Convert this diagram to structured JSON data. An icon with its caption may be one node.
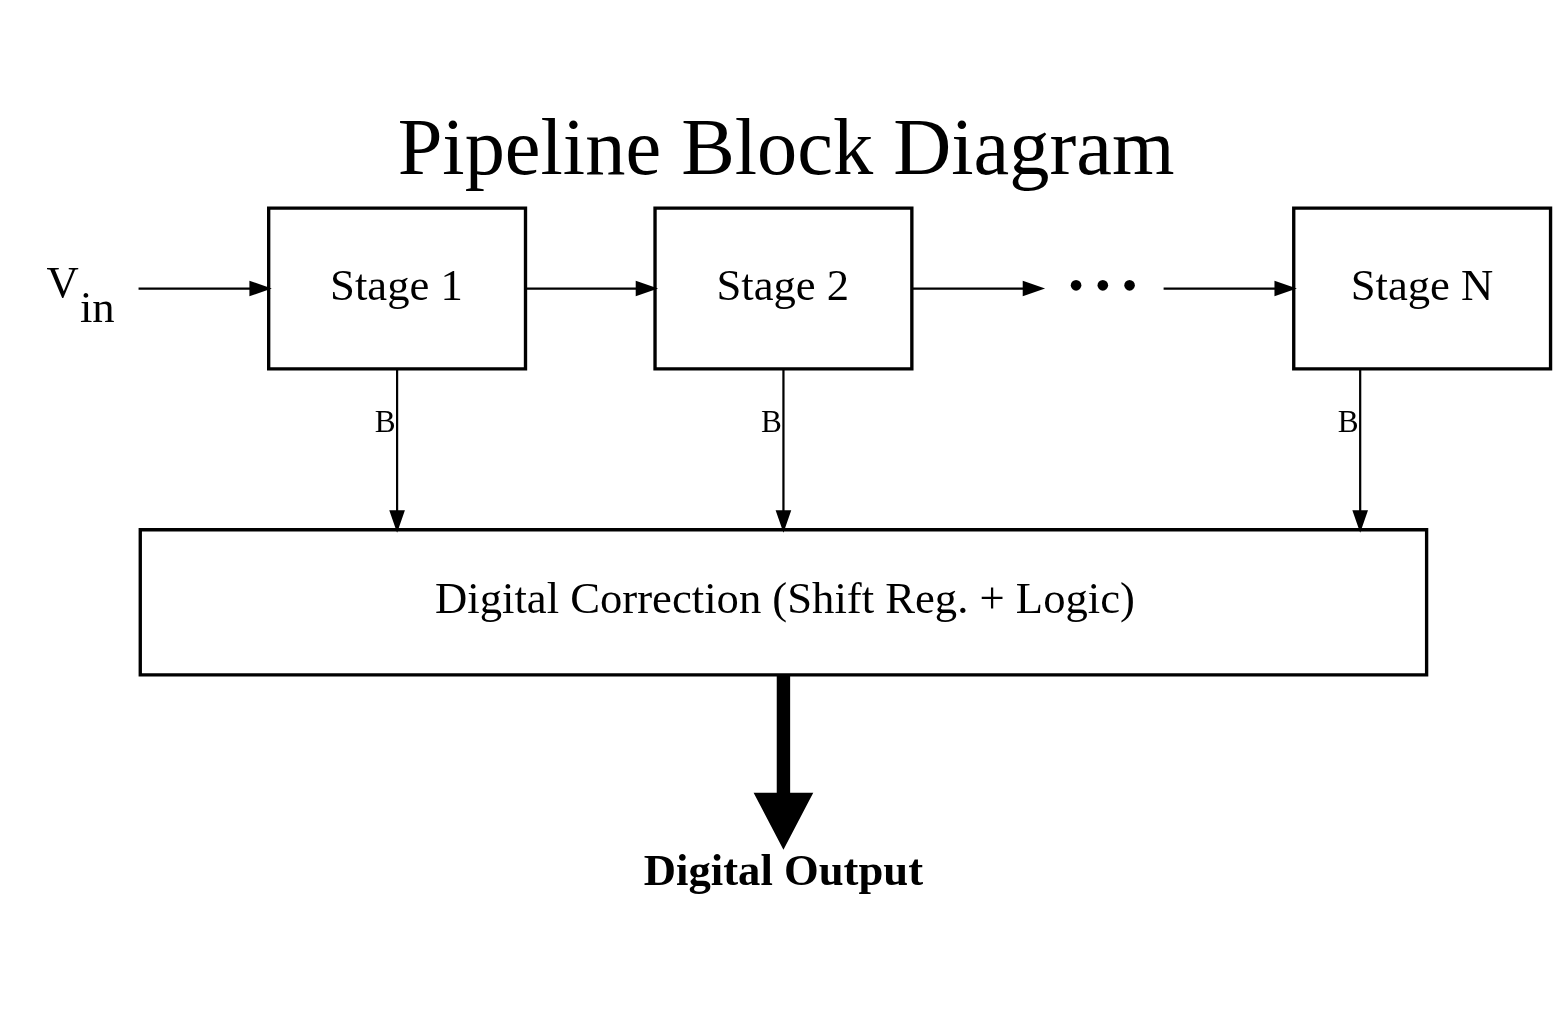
{
  "diagram": {
    "title": "Pipeline Block Diagram",
    "nodes": [
      {
        "text": [
          "V$_{in}$"
        ]
      },
      {
        "text": [
          "Stage 1"
        ]
      },
      {
        "text": [
          "Stage 2"
        ]
      },
      {
        "text": [
          "• • •"
        ]
      },
      {
        "text": [
          "Stage N"
        ]
      },
      {
        "text": [
          "Digital Correction (Shift Reg. + Logic)"
        ]
      },
      {
        "text": [
          "Digital Output"
        ]
      }
    ],
    "edges": [
      {
        "from": 0,
        "to": 1,
        "arrow": "to"
      },
      {
        "from": 1,
        "to": 2,
        "arrow": "to"
      },
      {
        "from": 2,
        "to": 3,
        "arrow": "to"
      },
      {
        "from": 3,
        "to": 4,
        "arrow": "to"
      },
      {
        "from": 1,
        "to": 5,
        "arrow": "to",
        "label": "B"
      },
      {
        "from": 2,
        "to": 5,
        "arrow": "to",
        "label": "B"
      },
      {
        "from": 4,
        "to": 5,
        "arrow": "to",
        "label": "B"
      },
      {
        "from": 5,
        "to": 6,
        "arrow": "to",
        "style": "thick"
      }
    ]
  }
}
